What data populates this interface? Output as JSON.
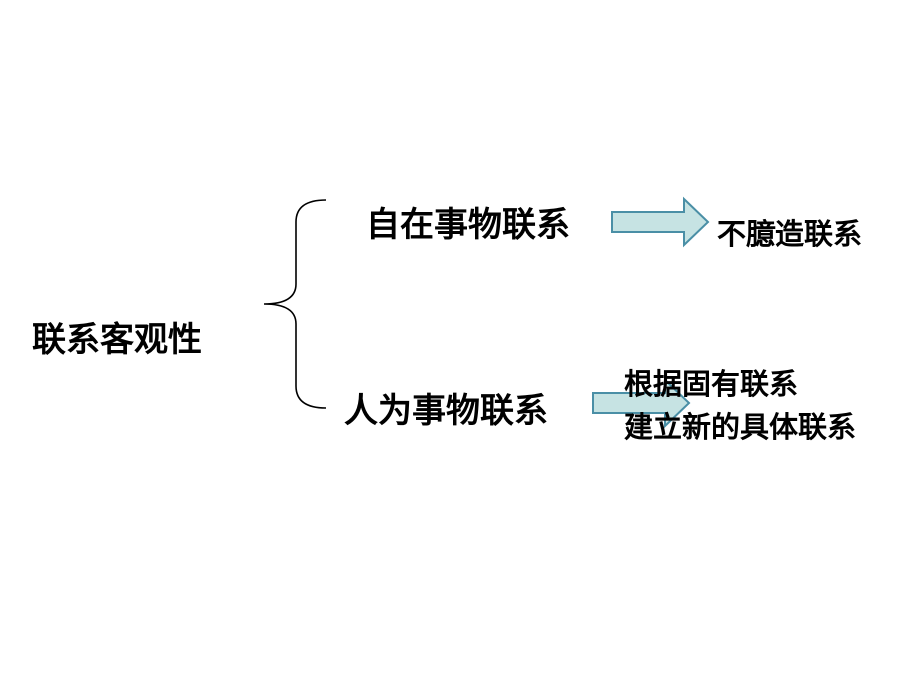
{
  "diagram": {
    "root": {
      "label": "联系客观性"
    },
    "branches": [
      {
        "label": "自在事物联系",
        "result_lines": [
          "不臆造联系"
        ]
      },
      {
        "label": "人为事物联系",
        "result_lines": [
          "根据固有联系",
          "建立新的具体联系"
        ]
      }
    ],
    "colors": {
      "arrow_fill": "#c6e3e3",
      "arrow_stroke": "#4a8fa6",
      "brace_stroke": "#000000",
      "text": "#000000"
    }
  }
}
